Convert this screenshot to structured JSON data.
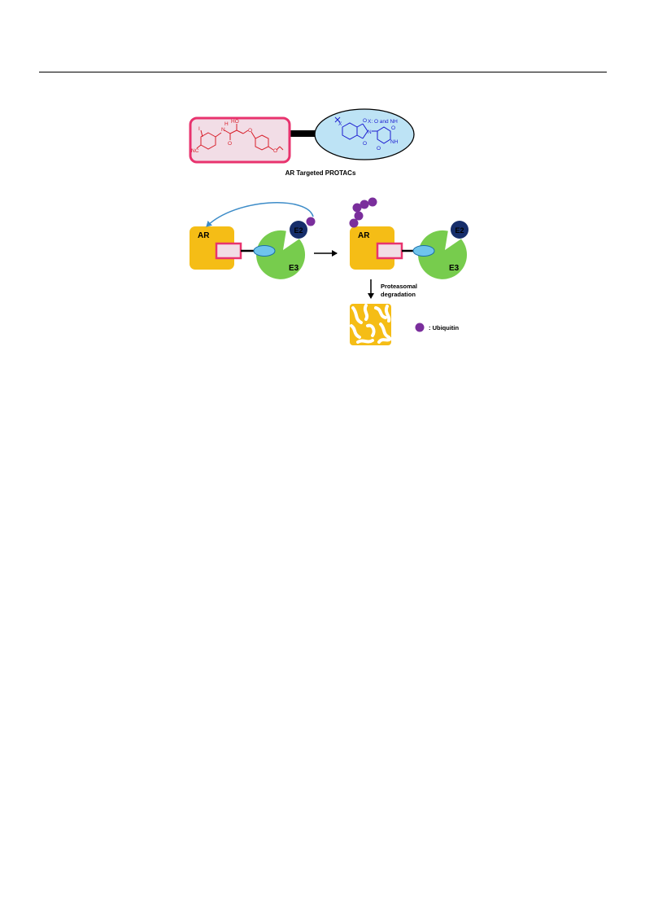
{
  "figure": {
    "title": "AR Targeted PROTACs",
    "ligand": {
      "warhead_atoms": [
        "I",
        "NC",
        "N",
        "H",
        "HO",
        "O",
        "O",
        "O"
      ],
      "e3_binder_atoms": [
        "X",
        "O",
        "O",
        "N",
        "O",
        "NH",
        "O"
      ],
      "e3_binder_note": "X: O and NH"
    },
    "labels": {
      "ar": "AR",
      "e2": "E2",
      "e3": "E3",
      "step": "Proteasomal degradation",
      "step_line1": "Proteasomal",
      "step_line2": "degradation",
      "ubiquitin_legend": ": Ubiquitin"
    },
    "colors": {
      "warhead_border": "#e8336e",
      "warhead_fill": "#f2dde6",
      "e3_binder_fill": "#bde3f5",
      "ar_protein": "#f5bd16",
      "e3_ligase": "#77cc4d",
      "e2_enzyme": "#162e6b",
      "ubiquitin": "#7a2e9c",
      "recruit_arrow": "#3d8cc8",
      "warhead_atoms": "#d81e2a",
      "e3_binder_atoms": "#1a1ad0"
    }
  }
}
